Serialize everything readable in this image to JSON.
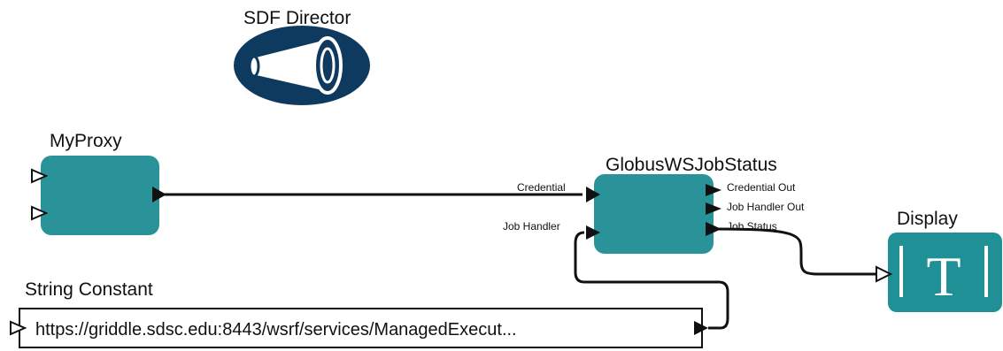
{
  "director": {
    "title": "SDF Director"
  },
  "myproxy": {
    "title": "MyProxy"
  },
  "jobstatus": {
    "title": "GlobusWSJobStatus",
    "inputs": {
      "credential": "Credential",
      "job_handler": "Job Handler"
    },
    "outputs": {
      "credential_out": "Credential Out",
      "job_handler_out": "Job Handler Out",
      "job_status": "Job Status"
    }
  },
  "display": {
    "title": "Display",
    "glyph": "T"
  },
  "string_constant": {
    "title": "String Constant",
    "value": "https://griddle.sdsc.edu:8443/wsrf/services/ManagedExecut..."
  },
  "colors": {
    "actor_fill": "#2a9399",
    "display_fill": "#1e9096",
    "director_fill": "#0f3a5f",
    "wire": "#111111"
  },
  "icons": [
    "megaphone-icon",
    "text-display-icon"
  ]
}
